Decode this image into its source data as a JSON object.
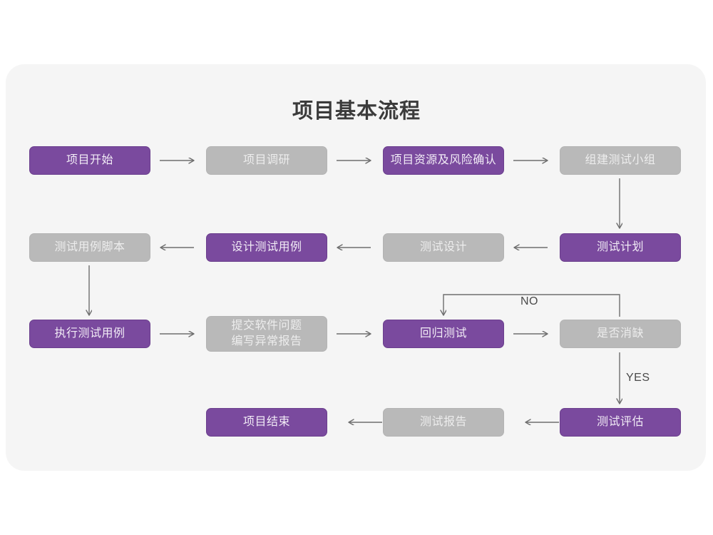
{
  "page": {
    "title": "项目基本流程",
    "background_color": "#ffffff",
    "card_color": "#f5f5f5"
  },
  "palette": {
    "purple_fill": "#7a4a9e",
    "purple_border": "#6b3f8d",
    "purple_text": "#f2ecf6",
    "gray_fill": "#b9b9b9",
    "gray_border": "#b3b3b3",
    "gray_text": "#ededed",
    "connector": "#6e6e6e",
    "title_text": "#3b3b3b"
  },
  "chart_data": {
    "type": "diagram",
    "title": "项目基本流程",
    "nodes": [
      {
        "id": "n1",
        "label": "项目开始",
        "style": "purple",
        "row": 1,
        "col": 1
      },
      {
        "id": "n2",
        "label": "项目调研",
        "style": "gray",
        "row": 1,
        "col": 2
      },
      {
        "id": "n3",
        "label": "项目资源及风险确认",
        "style": "purple",
        "row": 1,
        "col": 3
      },
      {
        "id": "n4",
        "label": "组建测试小组",
        "style": "gray",
        "row": 1,
        "col": 4
      },
      {
        "id": "n5",
        "label": "测试用例脚本",
        "style": "gray",
        "row": 2,
        "col": 1
      },
      {
        "id": "n6",
        "label": "设计测试用例",
        "style": "purple",
        "row": 2,
        "col": 2
      },
      {
        "id": "n7",
        "label": "测试设计",
        "style": "gray",
        "row": 2,
        "col": 3
      },
      {
        "id": "n8",
        "label": "测试计划",
        "style": "purple",
        "row": 2,
        "col": 4
      },
      {
        "id": "n9",
        "label": "执行测试用例",
        "style": "purple",
        "row": 3,
        "col": 1
      },
      {
        "id": "n10",
        "label": "提交软件问题\n编写异常报告",
        "style": "gray",
        "row": 3,
        "col": 2
      },
      {
        "id": "n11",
        "label": "回归测试",
        "style": "purple",
        "row": 3,
        "col": 3
      },
      {
        "id": "n12",
        "label": "是否消缺",
        "style": "gray",
        "row": 3,
        "col": 4
      },
      {
        "id": "n13",
        "label": "项目结束",
        "style": "purple",
        "row": 4,
        "col": 2
      },
      {
        "id": "n14",
        "label": "测试报告",
        "style": "gray",
        "row": 4,
        "col": 3
      },
      {
        "id": "n15",
        "label": "测试评估",
        "style": "purple",
        "row": 4,
        "col": 4
      }
    ],
    "edges": [
      {
        "from": "n1",
        "to": "n2",
        "label": "",
        "direction": "right"
      },
      {
        "from": "n2",
        "to": "n3",
        "label": "",
        "direction": "right"
      },
      {
        "from": "n3",
        "to": "n4",
        "label": "",
        "direction": "right"
      },
      {
        "from": "n4",
        "to": "n8",
        "label": "",
        "direction": "down"
      },
      {
        "from": "n8",
        "to": "n7",
        "label": "",
        "direction": "left"
      },
      {
        "from": "n7",
        "to": "n6",
        "label": "",
        "direction": "left"
      },
      {
        "from": "n6",
        "to": "n5",
        "label": "",
        "direction": "left"
      },
      {
        "from": "n5",
        "to": "n9",
        "label": "",
        "direction": "down"
      },
      {
        "from": "n9",
        "to": "n10",
        "label": "",
        "direction": "right"
      },
      {
        "from": "n10",
        "to": "n11",
        "label": "",
        "direction": "right"
      },
      {
        "from": "n11",
        "to": "n12",
        "label": "",
        "direction": "right"
      },
      {
        "from": "n12",
        "to": "n11",
        "label": "NO",
        "direction": "loop-up-left"
      },
      {
        "from": "n12",
        "to": "n15",
        "label": "YES",
        "direction": "down"
      },
      {
        "from": "n15",
        "to": "n14",
        "label": "",
        "direction": "left"
      },
      {
        "from": "n14",
        "to": "n13",
        "label": "",
        "direction": "left"
      }
    ],
    "edge_labels": {
      "no": "NO",
      "yes": "YES"
    }
  }
}
